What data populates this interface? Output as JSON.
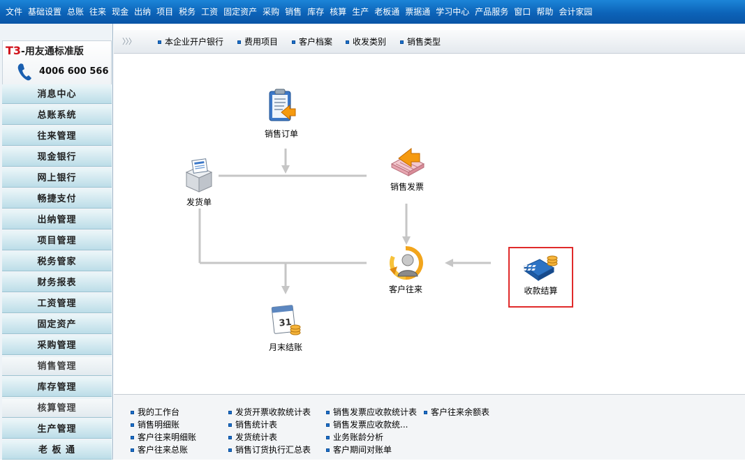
{
  "menu": [
    "文件",
    "基础设置",
    "总账",
    "往来",
    "现金",
    "出纳",
    "项目",
    "税务",
    "工资",
    "固定资产",
    "采购",
    "销售",
    "库存",
    "核算",
    "生产",
    "老板通",
    "票据通",
    "学习中心",
    "产品服务",
    "窗口",
    "帮助",
    "会计家园"
  ],
  "brand": {
    "t3": "T3",
    "name": "-用友通标准版",
    "phone": "4006 600 566"
  },
  "sidebar": [
    "消息中心",
    "总账系统",
    "往来管理",
    "现金银行",
    "网上银行",
    "畅捷支付",
    "出纳管理",
    "项目管理",
    "税务管家",
    "财务报表",
    "工资管理",
    "固定资产",
    "采购管理",
    "销售管理",
    "库存管理",
    "核算管理",
    "生产管理",
    "老 板 通"
  ],
  "toolbar": {
    "chevron": "〉〉〉",
    "tabs": [
      "本企业开户银行",
      "费用项目",
      "客户档案",
      "收发类别",
      "销售类型"
    ]
  },
  "flow": {
    "sales_order": "销售订单",
    "delivery": "发货单",
    "sales_invoice": "销售发票",
    "customer_ar": "客户往来",
    "receipt": "收款结算",
    "month_end": "月末结账"
  },
  "reports": {
    "col1": [
      "我的工作台",
      "销售明细账",
      "客户往来明细账",
      "客户往来总账"
    ],
    "col2": [
      "发货开票收款统计表",
      "销售统计表",
      "发货统计表",
      "销售订货执行汇总表"
    ],
    "col3": [
      "销售发票应收款统计表",
      "销售发票应收款统...",
      "业务账龄分析",
      "客户期间对账单"
    ],
    "col4": [
      "客户往来余额表"
    ]
  },
  "colors": {
    "menubar": "#0c63b8",
    "highlight_border": "#e02a2a",
    "arrow": "#c9c9c9"
  }
}
